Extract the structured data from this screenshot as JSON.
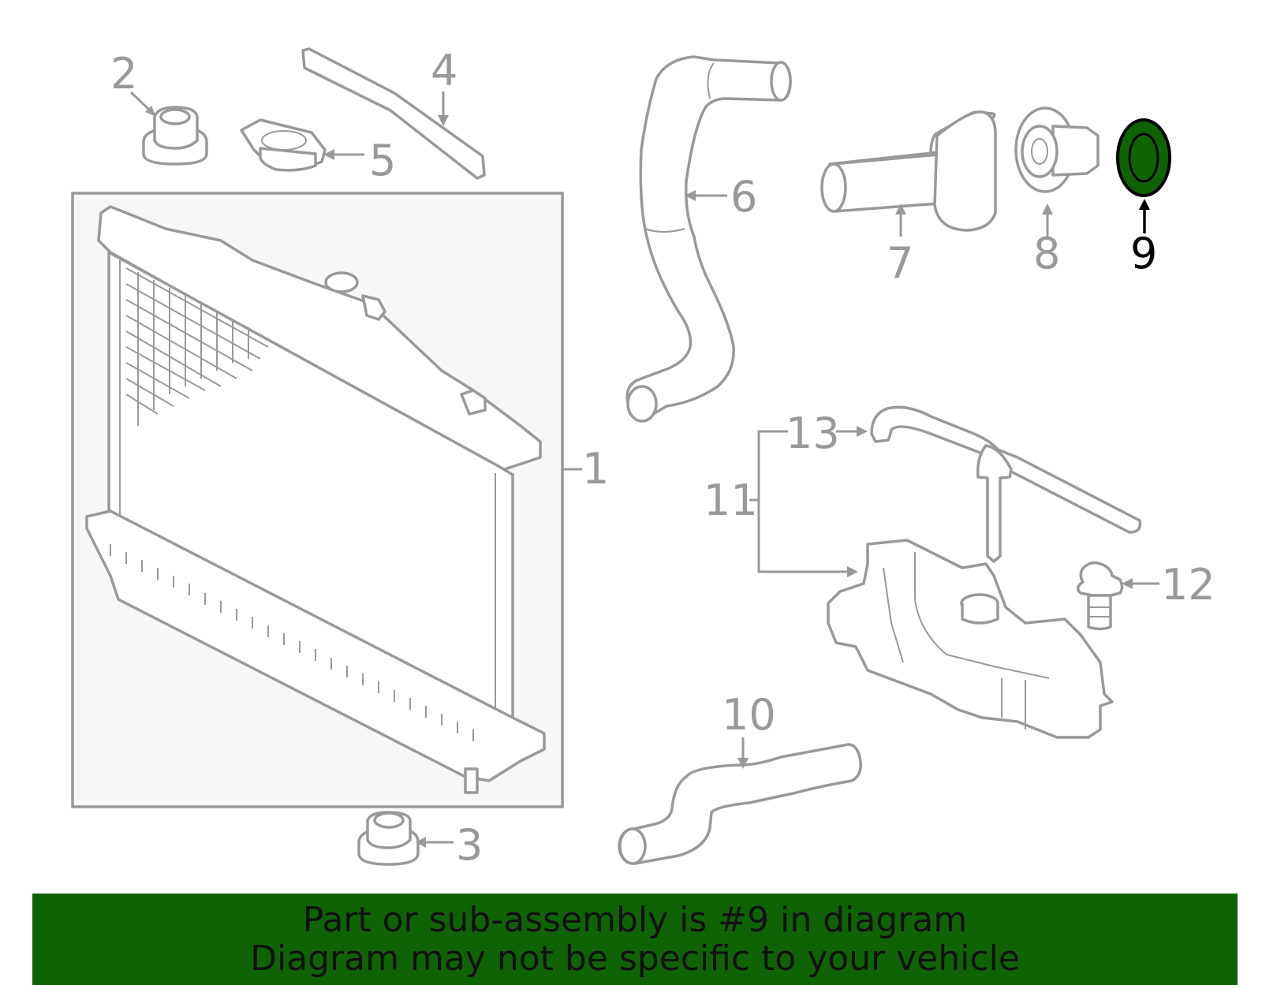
{
  "diagram": {
    "callouts": {
      "c1": "1",
      "c2": "2",
      "c3": "3",
      "c4": "4",
      "c5": "5",
      "c6": "6",
      "c7": "7",
      "c8": "8",
      "c9": "9",
      "c10": "10",
      "c11": "11",
      "c12": "12",
      "c13": "13"
    },
    "highlighted_part": "9",
    "highlight_color": "#0f6305",
    "line_color": "#999999"
  },
  "banner": {
    "line1": "Part or sub-assembly is #9 in diagram",
    "line2": "Diagram may not be specific to your vehicle",
    "background": "#0f6305"
  }
}
